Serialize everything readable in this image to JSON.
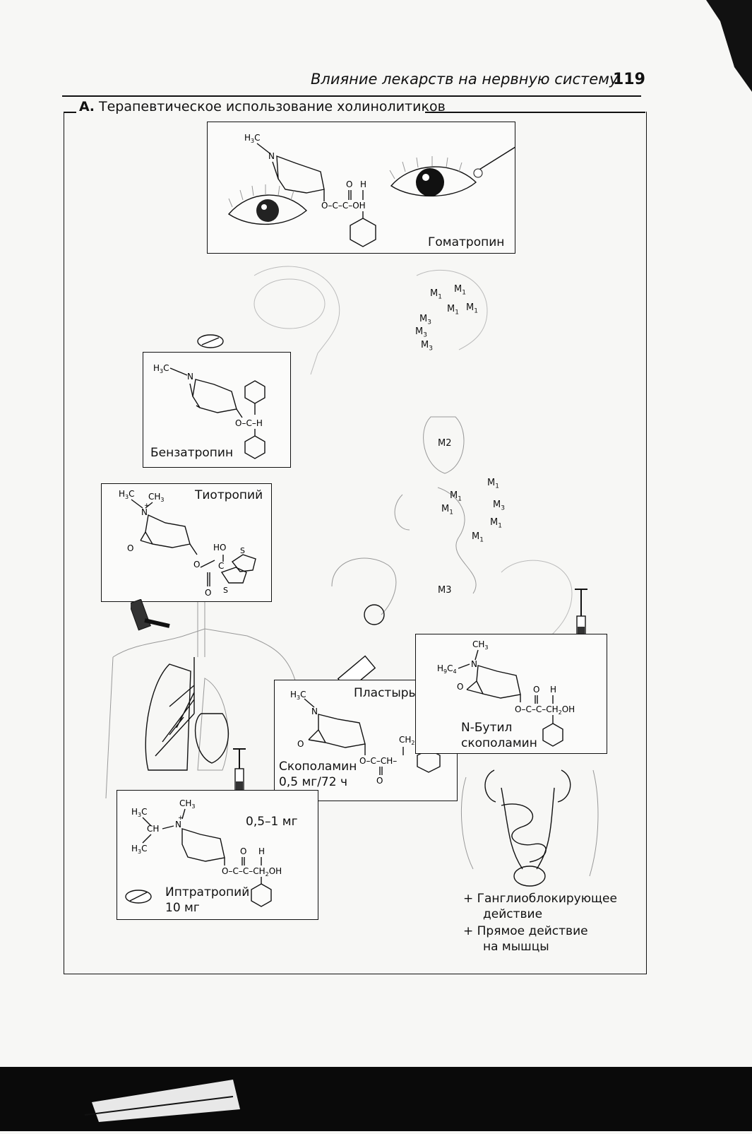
{
  "header": {
    "running_title": "Влияние лекарств на нервную систему",
    "page_number": "119"
  },
  "section": {
    "letter": "А.",
    "title": "Терапевтическое использование холинолитиков"
  },
  "drugs": {
    "homatropine": {
      "name": "Гоматропин"
    },
    "benzatropine": {
      "name": "Бензатропин"
    },
    "tiotropium": {
      "name": "Тиотропий"
    },
    "scopolamine": {
      "name": "Скополамин",
      "dose": "0,5 мг/72 ч",
      "route": "Пластырь"
    },
    "n_butylscopolamine": {
      "name_line1": "N-Бутил",
      "name_line2": "скополамин"
    },
    "ipratropium": {
      "name": "Иптратропий",
      "dose_oral": "10 мг",
      "dose_injection": "0,5–1 мг"
    }
  },
  "receptors": {
    "brain": [
      "M1",
      "M1",
      "M1",
      "M1",
      "M3",
      "M3",
      "M3"
    ],
    "heart": "M2",
    "gi": [
      "M1",
      "M1",
      "M1",
      "M3",
      "M1",
      "M1"
    ],
    "bladder": "M3"
  },
  "effects": {
    "line1": "+ Ганглиоблокирующее",
    "line1b": "действие",
    "line2": "+ Прямое действие",
    "line2b": "на мышцы"
  }
}
